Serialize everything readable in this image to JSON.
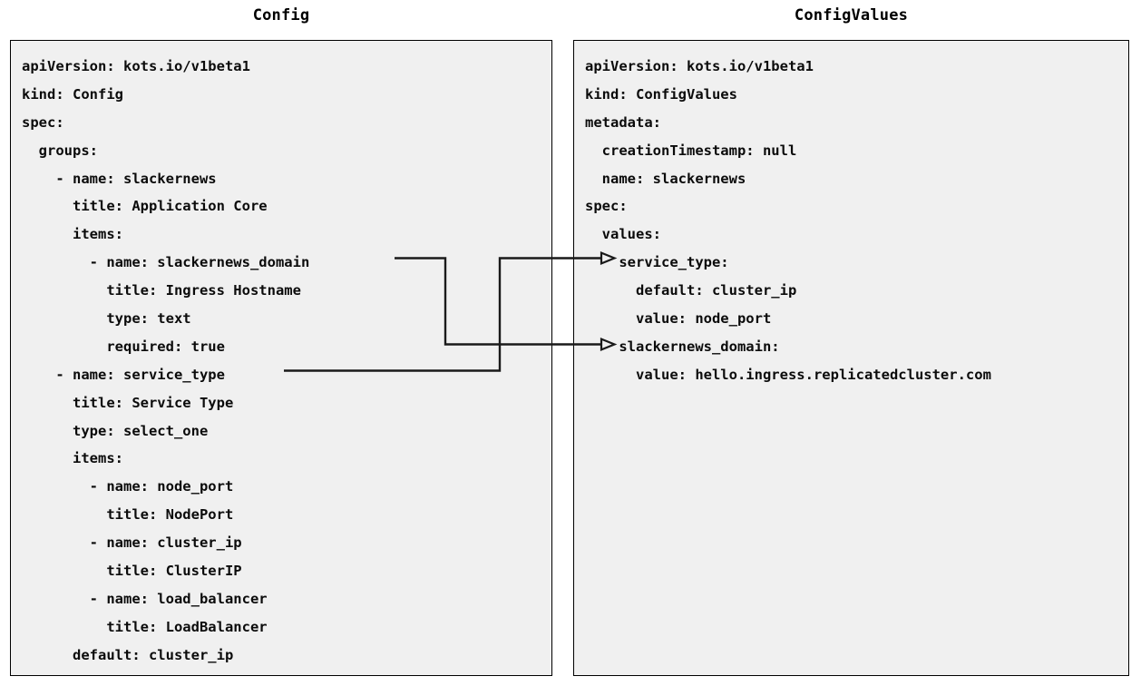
{
  "diagram": {
    "title_left": "Config",
    "title_right": "ConfigValues",
    "background_color": "#ffffff",
    "panel_fill": "#f0f0f0",
    "panel_border": "#000000",
    "connector_color": "#1a1a1a"
  },
  "left_panel": {
    "heading": "Config",
    "lines": [
      "apiVersion: kots.io/v1beta1",
      "kind: Config",
      "spec:",
      "  groups:",
      "    - name: slackernews",
      "      title: Application Core",
      "      items:",
      "        - name: slackernews_domain",
      "          title: Ingress Hostname",
      "          type: text",
      "          required: true",
      "    - name: service_type",
      "      title: Service Type",
      "      type: select_one",
      "      items:",
      "        - name: node_port",
      "          title: NodePort",
      "        - name: cluster_ip",
      "          title: ClusterIP",
      "        - name: load_balancer",
      "          title: LoadBalancer",
      "      default: cluster_ip"
    ]
  },
  "right_panel": {
    "heading": "ConfigValues",
    "lines": [
      "apiVersion: kots.io/v1beta1",
      "kind: ConfigValues",
      "metadata:",
      "  creationTimestamp: null",
      "  name: slackernews",
      "spec:",
      "  values:",
      "    service_type:",
      "      default: cluster_ip",
      "      value: node_port",
      "    slackernews_domain:",
      "      value: hello.ingress.replicatedcluster.com"
    ]
  },
  "connectors": [
    {
      "id": "slackernews-domain-connector",
      "from_label": "slackernews_domain",
      "to_label": "slackernews_domain:",
      "arrow": "open-triangle"
    },
    {
      "id": "service-type-connector",
      "from_label": "service_type",
      "to_label": "service_type:",
      "arrow": "open-triangle"
    }
  ]
}
